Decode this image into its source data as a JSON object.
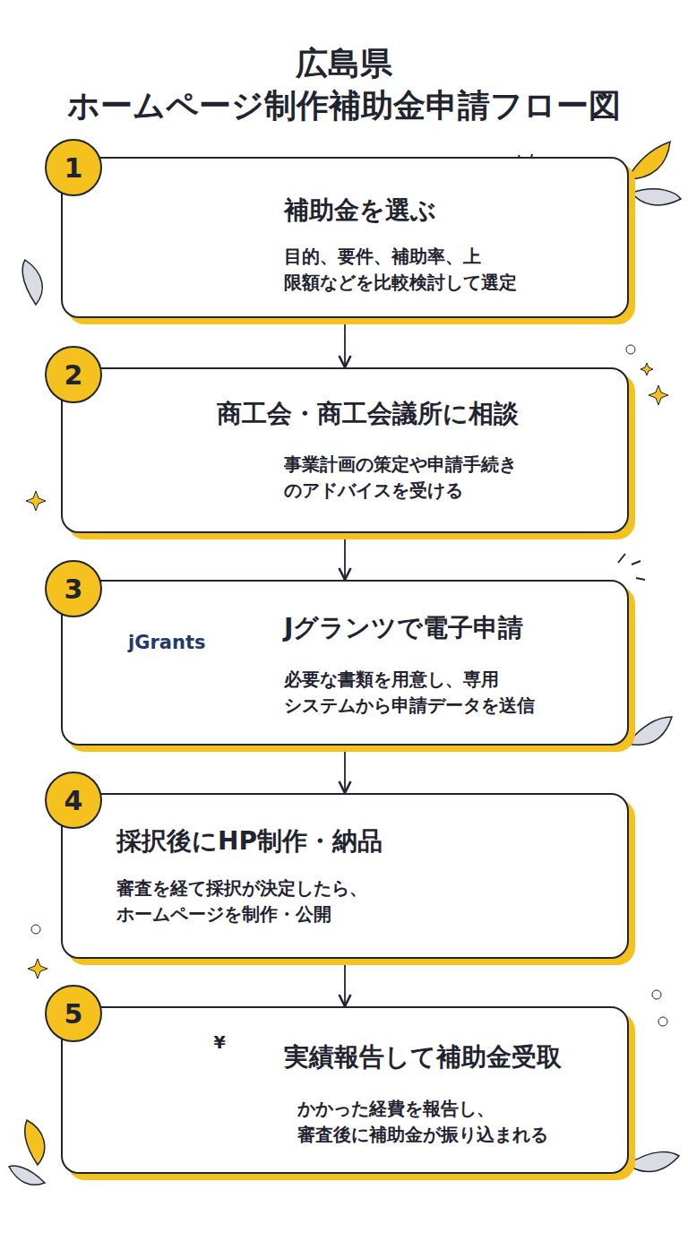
{
  "diagram": {
    "title": "広島県 ホームページ制作補助金申請フロー図",
    "nodes": [
      {
        "text": [
          "1"
        ]
      },
      {
        "text": [
          "補助金を選ぶ",
          "目的、要件、補助率、上 限額などを比較検討して選定"
        ]
      },
      {
        "text": [
          "2"
        ]
      },
      {
        "text": [
          "商工会・商工会議所に相談",
          "事業計画の策定や申請手続き のアドバイスを受ける"
        ]
      },
      {
        "text": [
          "3"
        ]
      },
      {
        "text": [
          "Jグランツで電子申請",
          "必要な書類を用意し、専用 システムから申請データを送信"
        ]
      },
      {
        "text": [
          "4"
        ]
      },
      {
        "text": [
          "採択後にHP制作・納品",
          "審査を経て採択が決定したら、 ホームページを制作・公開"
        ]
      },
      {
        "text": [
          "5"
        ]
      },
      {
        "text": [
          "実績報告して補助金受取",
          "かかった経費を報告し、 審査後に補助金が振り込まれる"
        ]
      }
    ],
    "edges": [
      {
        "from": 1,
        "to": 3,
        "arrow": "to"
      },
      {
        "from": 3,
        "to": 5,
        "arrow": "to"
      },
      {
        "from": 5,
        "to": 7,
        "arrow": "to"
      },
      {
        "from": 7,
        "to": 9,
        "arrow": "to"
      }
    ],
    "labels": [
      "jGrants",
      "¥"
    ]
  }
}
